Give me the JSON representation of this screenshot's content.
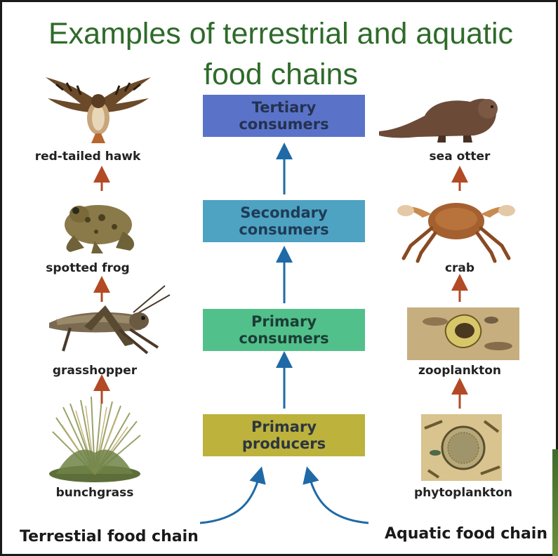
{
  "title": {
    "line1": "Examples of terrestrial and aquatic",
    "line2": "food chains"
  },
  "levels": [
    {
      "id": "tertiary",
      "line1": "Tertiary",
      "line2": "consumers",
      "fill": "#5a73c9",
      "text_color": "#24324f"
    },
    {
      "id": "secondary",
      "line1": "Secondary",
      "line2": "consumers",
      "fill": "#4ea2c2",
      "text_color": "#1f3b56"
    },
    {
      "id": "primary-consumers",
      "line1": "Primary",
      "line2": "consumers",
      "fill": "#52c08a",
      "text_color": "#1c3d36"
    },
    {
      "id": "primary-producers",
      "line1": "Primary",
      "line2": "producers",
      "fill": "#bdb23c",
      "text_color": "#2c3640"
    }
  ],
  "terrestrial": {
    "chain_label": "Terrestial food chain",
    "organisms": [
      "red-tailed hawk",
      "spotted frog",
      "grasshopper",
      "bunchgrass"
    ]
  },
  "aquatic": {
    "chain_label": "Aquatic food chain",
    "organisms": [
      "sea otter",
      "crab",
      "zooplankton",
      "phytoplankton"
    ]
  },
  "colors": {
    "title": "#2e6b2a",
    "side_arrow": "#b24a25",
    "center_arrow": "#1f6aa6",
    "border": "#1a1a1a"
  },
  "icons": {
    "hawk": "hawk-icon",
    "frog": "frog-icon",
    "grasshopper": "grasshopper-icon",
    "bunchgrass": "bunchgrass-icon",
    "otter": "sea-otter-icon",
    "crab": "crab-icon",
    "zooplankton": "zooplankton-icon",
    "phytoplankton": "phytoplankton-icon"
  }
}
